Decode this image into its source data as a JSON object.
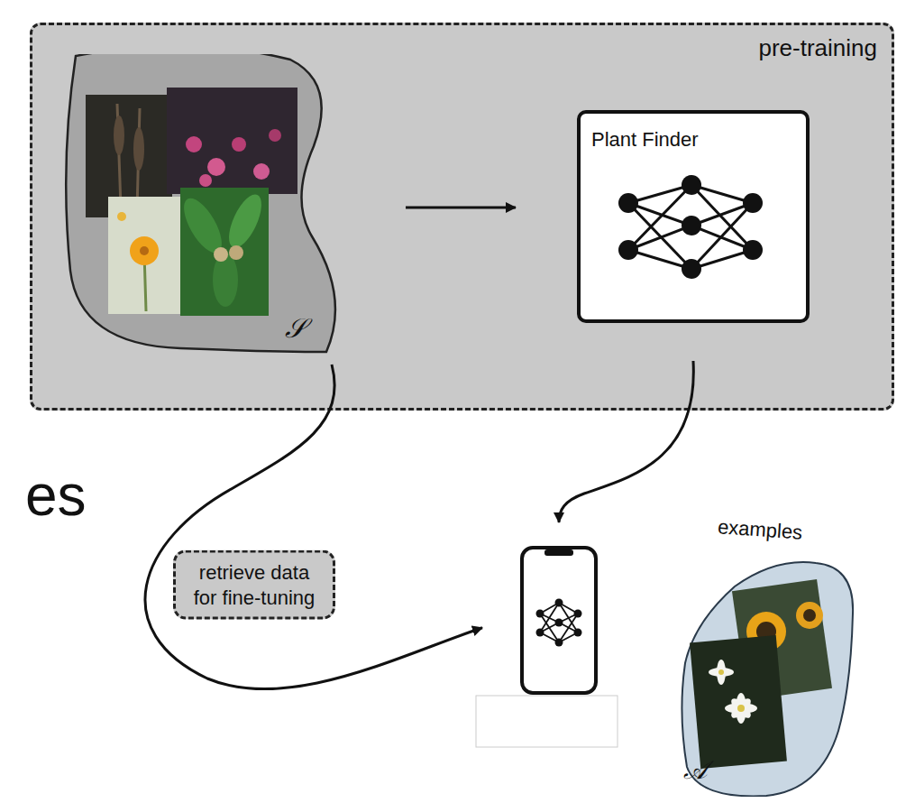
{
  "diagram": {
    "nodes": [
      {
        "text": [
          "pre-training"
        ]
      },
      {
        "text": [
          "𝒮"
        ],
        "in": 0
      },
      {
        "text": [
          "Plant Finder"
        ],
        "in": 0
      },
      {
        "text": []
      },
      {
        "text": [
          "examples",
          "𝒜"
        ]
      }
    ],
    "edges": [
      {
        "from": 1,
        "to": 2,
        "arrow": "to"
      },
      {
        "from": 1,
        "to": 3,
        "label": "retrieve data for fine-tuning",
        "arrow": "to"
      },
      {
        "from": 2,
        "to": 3,
        "arrow": "to"
      }
    ],
    "labels": [
      "es"
    ]
  }
}
